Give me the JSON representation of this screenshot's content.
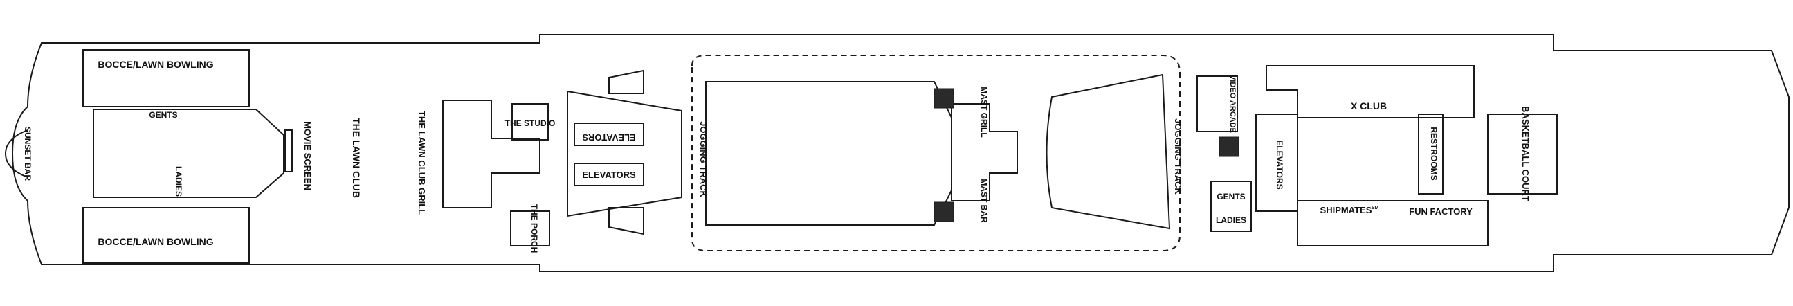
{
  "deck_plan": {
    "labels": {
      "sunset_bar": "SUNSET BAR",
      "bocce_top": "BOCCE/LAWN BOWLING",
      "bocce_bottom": "BOCCE/LAWN BOWLING",
      "gents_fwd": "GENTS",
      "ladies_fwd": "LADIES",
      "movie_screen": "MOVIE SCREEN",
      "lawn_club": "THE LAWN CLUB",
      "lawn_club_grill": "THE LAWN CLUB GRILL",
      "the_studio": "THE STUDIO",
      "the_porch": "THE PORCH",
      "elevators_top": "ELEVATORS",
      "elevators_bottom": "ELEVATORS",
      "jogging_track_left": "JOGGING TRACK",
      "mast_grill": "MAST GRILL",
      "mast_bar": "MAST BAR",
      "jogging_track_right": "JOGGING TRACK",
      "video_arcade": "VIDEO ARCADE",
      "gents_aft": "GENTS",
      "ladies_aft": "LADIES",
      "elevators_aft": "ELEVATORS",
      "x_club": "X CLUB",
      "restrooms": "RESTROOMS",
      "shipmates": "SHIPMATES",
      "shipmates_mark": "SM",
      "fun_factory": "FUN FACTORY",
      "basketball_court": "BASKETBALL COURT"
    },
    "colors": {
      "line": "#1a1a1a",
      "fill": "#ffffff",
      "dark": "#2a2a2a"
    }
  }
}
